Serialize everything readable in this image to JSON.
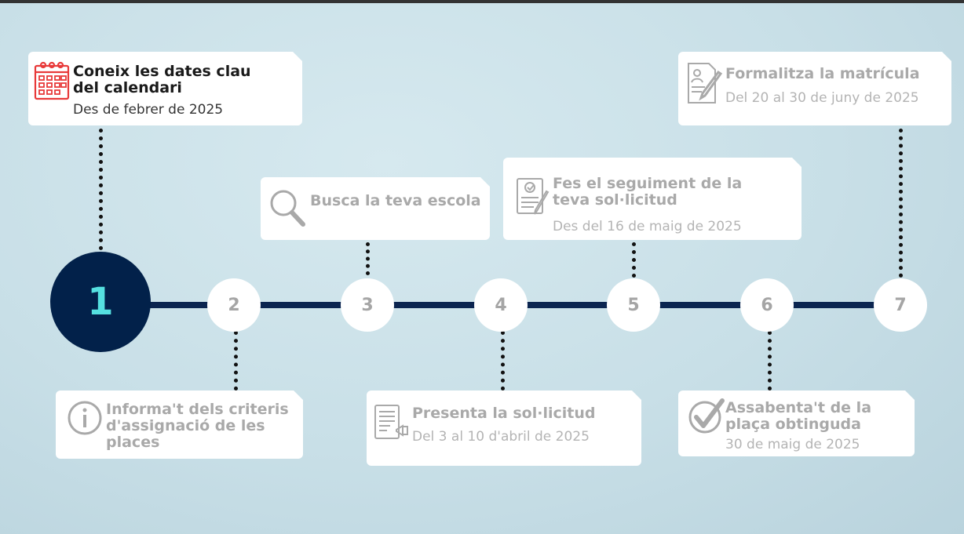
{
  "steps": [
    {
      "number": "1",
      "title": "Coneix les dates clau del calendari",
      "subtitle": "Des de febrer de 2025",
      "icon": "calendar-icon",
      "active": true
    },
    {
      "number": "2",
      "title": "Informa't dels criteris d'assignació de les places",
      "subtitle": "",
      "icon": "info-icon"
    },
    {
      "number": "3",
      "title": "Busca la teva escola",
      "subtitle": "",
      "icon": "search-icon"
    },
    {
      "number": "4",
      "title": "Presenta la sol·licitud",
      "subtitle": "Del 3 al 10 d'abril de 2025",
      "icon": "form-icon"
    },
    {
      "number": "5",
      "title": "Fes el seguiment de la teva sol·licitud",
      "subtitle": "Des del 16 de maig de 2025",
      "icon": "checklist-icon"
    },
    {
      "number": "6",
      "title": "Assabenta't de la plaça obtinguda",
      "subtitle": "30 de maig de 2025",
      "icon": "checkmark-icon"
    },
    {
      "number": "7",
      "title": "Formalitza la matrícula",
      "subtitle": "Del 20 al 30 de juny de 2025",
      "icon": "sign-document-icon"
    }
  ],
  "colors": {
    "timeline": "#0b2550",
    "active_node": "#02214a",
    "active_number": "#55e0e0",
    "calendar_icon": "#e83a3a"
  }
}
